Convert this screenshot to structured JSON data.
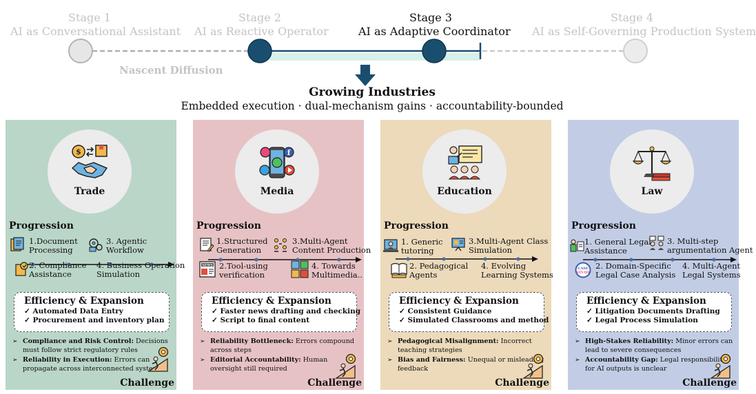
{
  "stages": [
    {
      "name": "Stage 1",
      "subtitle": "AI as Conversational Assistant",
      "state": "dim"
    },
    {
      "name": "Stage 2",
      "subtitle": "AI as Reactive Operator",
      "state": "dim"
    },
    {
      "name": "Stage 3",
      "subtitle": "AI as Adaptive Coordinator",
      "state": "active"
    },
    {
      "name": "Stage 4",
      "subtitle": "AI as Self-Governing Production System",
      "state": "dim"
    }
  ],
  "diffusion_label": "Nascent Diffusion",
  "growing": {
    "title": "Growing Industries",
    "subtitle": "Embedded execution · dual-mechanism gains · accountability-bounded"
  },
  "colors": {
    "timeline_active": "#1a4e6e",
    "timeline_dim": "#c4c4c4",
    "progress_band": "#d7f0ea",
    "trade_bg": "#bad6c9",
    "media_bg": "#e7c2c5",
    "education_bg": "#ecdabb",
    "law_bg": "#c2cde5"
  },
  "labels": {
    "progression": "Progression",
    "efficiency": "Efficiency & Expansion",
    "challenge": "Challenge"
  },
  "panels": [
    {
      "name": "Trade",
      "icon": "trade-handshake-icon",
      "steps": [
        {
          "text": "1.Document\nProcessing",
          "icon": "document-processing-icon"
        },
        {
          "text": "3. Agentic\nWorkflow",
          "icon": "agentic-workflow-icon"
        },
        {
          "text": "2. Compliance\nAssistance",
          "icon": "compliance-icon"
        },
        {
          "text": "4. Business Operation\nSimulation",
          "icon": ""
        }
      ],
      "efficiency": [
        "Automated Data Entry",
        "Procurement and inventory plan"
      ],
      "challenges": [
        {
          "title": "Compliance and Risk Control:",
          "text": " Decisions must follow strict regulatory rules"
        },
        {
          "title": "Reliability in Execution:",
          "text": " Errors can propagate across interconnected systems"
        }
      ]
    },
    {
      "name": "Media",
      "icon": "social-media-phone-icon",
      "steps": [
        {
          "text": "1.Structured\nGeneration",
          "icon": "structured-generation-icon"
        },
        {
          "text": "3.Multi-Agent\nContent Production",
          "icon": "multi-agent-icon"
        },
        {
          "text": "2.Tool-using\nverification",
          "icon": "news-verification-icon"
        },
        {
          "text": "4. Towards\nMultimedia..",
          "icon": "multimedia-icon"
        }
      ],
      "efficiency": [
        "Faster news drafting and checking",
        "Script to final content"
      ],
      "challenges": [
        {
          "title": "Reliability Bottleneck:",
          "text": " Errors compound across steps"
        },
        {
          "title": "Editorial Accountability:",
          "text": " Human oversight still required"
        }
      ]
    },
    {
      "name": "Education",
      "icon": "classroom-teacher-icon",
      "steps": [
        {
          "text": "1. Generic\ntutoring",
          "icon": "tutoring-icon"
        },
        {
          "text": "3.Multi-Agent Class\nSimulation",
          "icon": "class-simulation-icon"
        },
        {
          "text": "2. Pedagogical\nAgents",
          "icon": "pedagogical-books-icon"
        },
        {
          "text": "4. Evolving\nLearning Systems",
          "icon": ""
        }
      ],
      "efficiency": [
        "Consistent Guidance",
        "Simulated Classrooms and method"
      ],
      "challenges": [
        {
          "title": "Pedagogical Misalignment:",
          "text": " Incorrect teaching strategies"
        },
        {
          "title": "Bias and Fairness:",
          "text": " Unequal or misleading feedback"
        }
      ]
    },
    {
      "name": "Law",
      "icon": "law-scales-icon",
      "steps": [
        {
          "text": "1. General Legal\nAssistance",
          "icon": "legal-assistance-icon"
        },
        {
          "text": "3. Multi-step\nargumentation Agent",
          "icon": "argumentation-agents-icon"
        },
        {
          "text": "2. Domain-Specific\nLegal Case Analysis",
          "icon": "case-study-icon"
        },
        {
          "text": "4. Multi-Agent\nLegal Systems",
          "icon": ""
        }
      ],
      "efficiency": [
        "Litigation Documents Drafting",
        "Legal Process Simulation"
      ],
      "challenges": [
        {
          "title": "High-Stakes Reliability:",
          "text": " Minor errors can lead to severe consequences"
        },
        {
          "title": "Accountability Gap:",
          "text": " Legal responsibility for AI outputs is unclear"
        }
      ]
    }
  ]
}
